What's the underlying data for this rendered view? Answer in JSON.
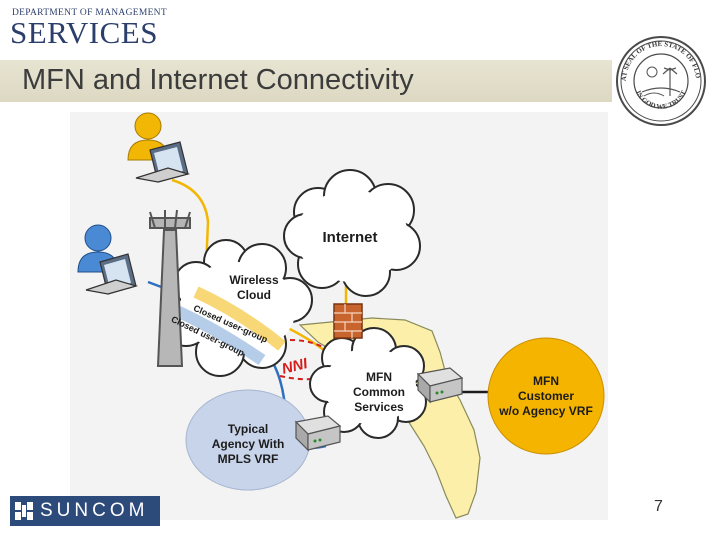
{
  "header": {
    "logo_top": "DEPARTMENT OF MANAGEMENT",
    "logo_main": "SERVICES",
    "title": "MFN and Internet Connectivity",
    "seal_top": "GREAT SEAL OF THE STATE OF FLORIDA",
    "seal_bottom": "IN GOD WE TRUST"
  },
  "diagram": {
    "internet": "Internet",
    "wireless_line1": "Wireless",
    "wireless_line2": "Cloud",
    "closed_group_1": "Closed user-group",
    "closed_group_2": "Closed user-group",
    "nni": "NNI",
    "mfn_line1": "MFN",
    "mfn_line2": "Common",
    "mfn_line3": "Services",
    "typical_line1": "Typical",
    "typical_line2": "Agency With",
    "typical_line3": "MPLS VRF",
    "customer_line1": "MFN",
    "customer_line2": "Customer",
    "customer_line3": "w/o Agency VRF"
  },
  "footer": {
    "logo": "SUNCOM",
    "page_number": "7"
  },
  "colors": {
    "navy": "#2c3e6b",
    "title_bar": "#e0dcc7",
    "florida_fill": "#fbefaa",
    "yellow_link": "#f2b705",
    "blue_link": "#2e6fc0",
    "nni_red": "#d41d1d",
    "customer_fill": "#f4b400",
    "agency_fill": "#c8d4ea",
    "suncom_bg": "#2c4a7a"
  },
  "icons": [
    "user-yellow-icon",
    "laptop-icon",
    "user-blue-icon",
    "laptop-icon",
    "cell-tower-icon",
    "firewall-icon",
    "router-icon",
    "router-icon"
  ]
}
